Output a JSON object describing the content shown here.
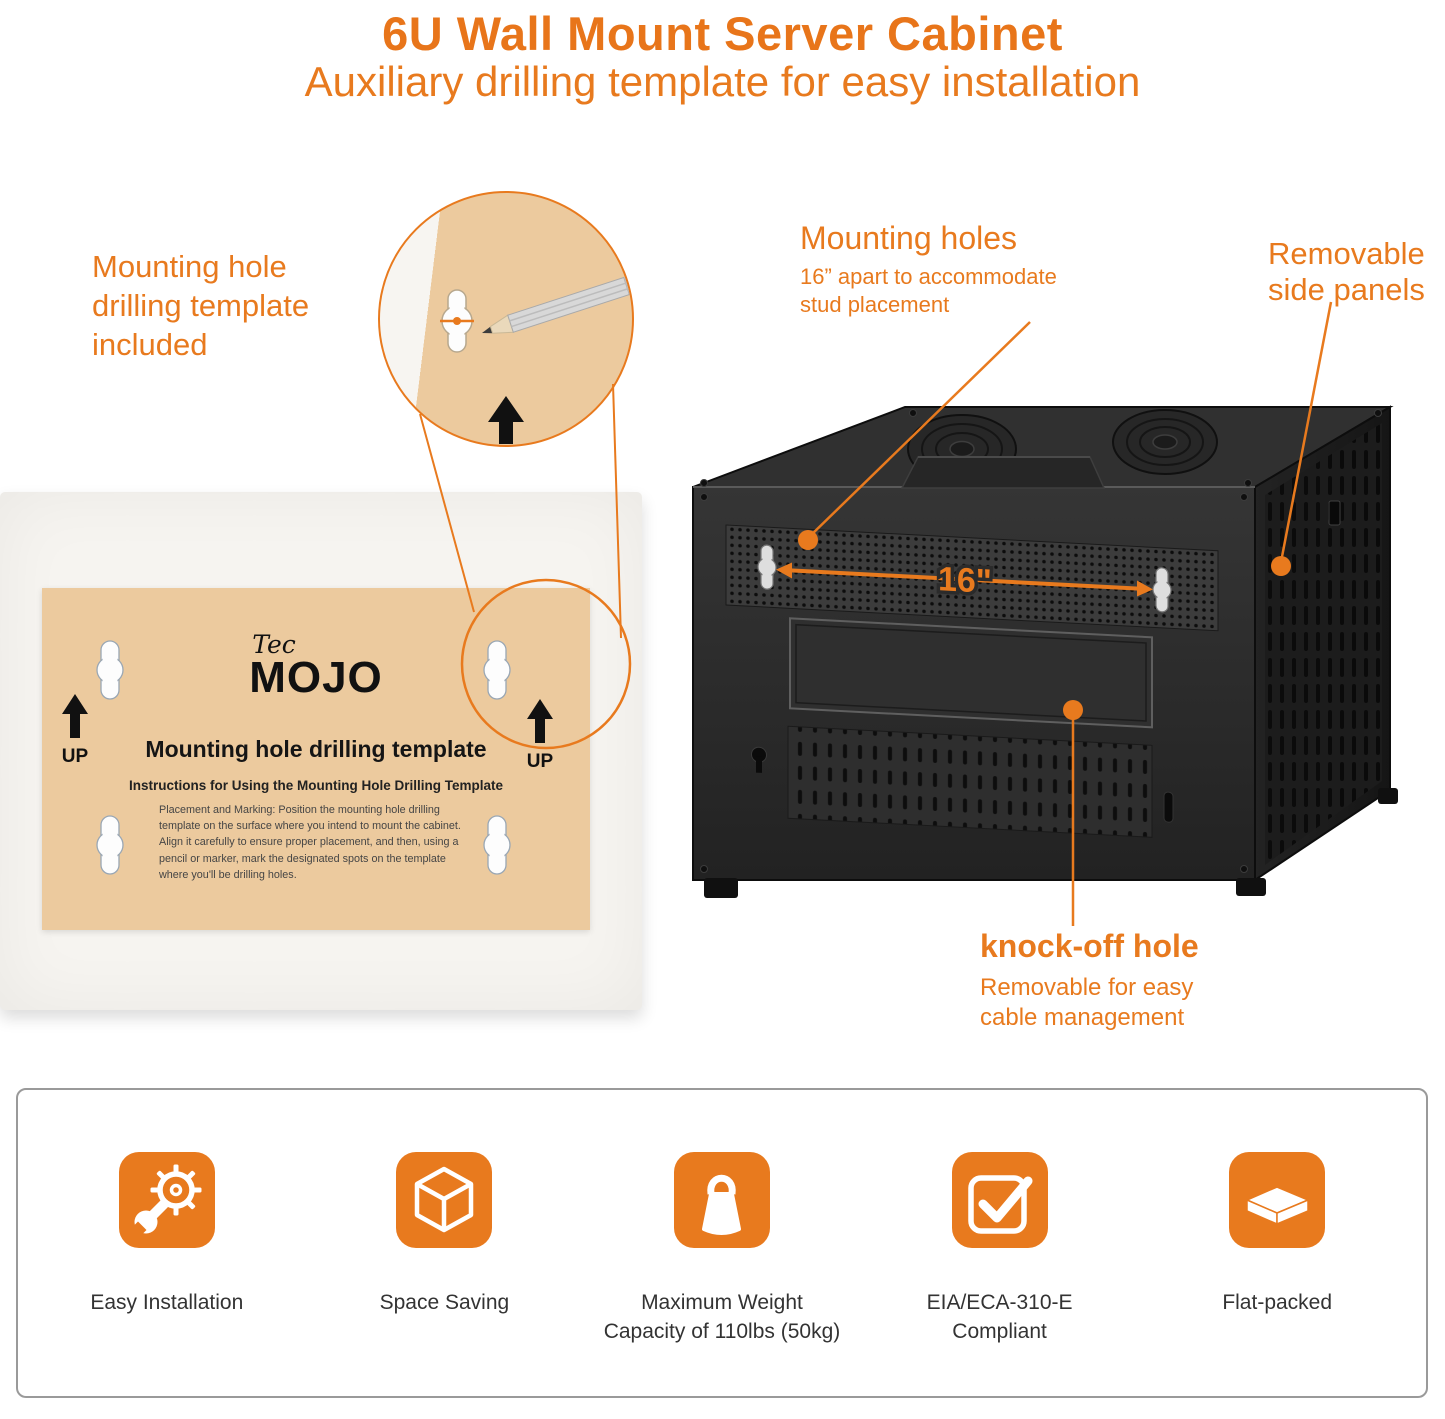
{
  "header": {
    "title": "6U Wall Mount Server Cabinet",
    "subtitle": "Auxiliary drilling template for easy installation"
  },
  "callouts": {
    "template_included": "Mounting hole drilling template included",
    "mounting_holes": {
      "title": "Mounting holes",
      "desc": "16” apart to accommodate stud placement"
    },
    "side_panels": "Removable side panels",
    "dimension": "16\"",
    "knock_off": {
      "title": "knock-off hole",
      "desc": "Removable for easy cable management"
    }
  },
  "template_sheet": {
    "brand_script": "Tec",
    "brand_main": "MOJO",
    "heading": "Mounting hole drilling template",
    "instructions_title": "Instructions for Using the Mounting Hole Drilling Template",
    "instructions_body": "Placement and Marking: Position the mounting hole drilling template on the surface where you intend to mount the cabinet. Align it carefully to ensure proper placement, and then, using a pencil or marker, mark the designated spots on the template where you'll be drilling holes.",
    "up_label": "UP"
  },
  "features": [
    {
      "icon": "wrench-gear",
      "lines": [
        "Easy Installation",
        ""
      ]
    },
    {
      "icon": "cube",
      "lines": [
        "Space Saving",
        ""
      ]
    },
    {
      "icon": "weight",
      "lines": [
        "Maximum Weight",
        "Capacity of 110lbs (50kg)"
      ]
    },
    {
      "icon": "checkmark",
      "lines": [
        "EIA/ECA-310-E",
        "Compliant"
      ]
    },
    {
      "icon": "flat-box",
      "lines": [
        "Flat-packed",
        ""
      ]
    }
  ],
  "colors": {
    "accent": "#e87a1e",
    "template_paper": "#ecca9e",
    "cabinet": "#2b2b2b"
  }
}
